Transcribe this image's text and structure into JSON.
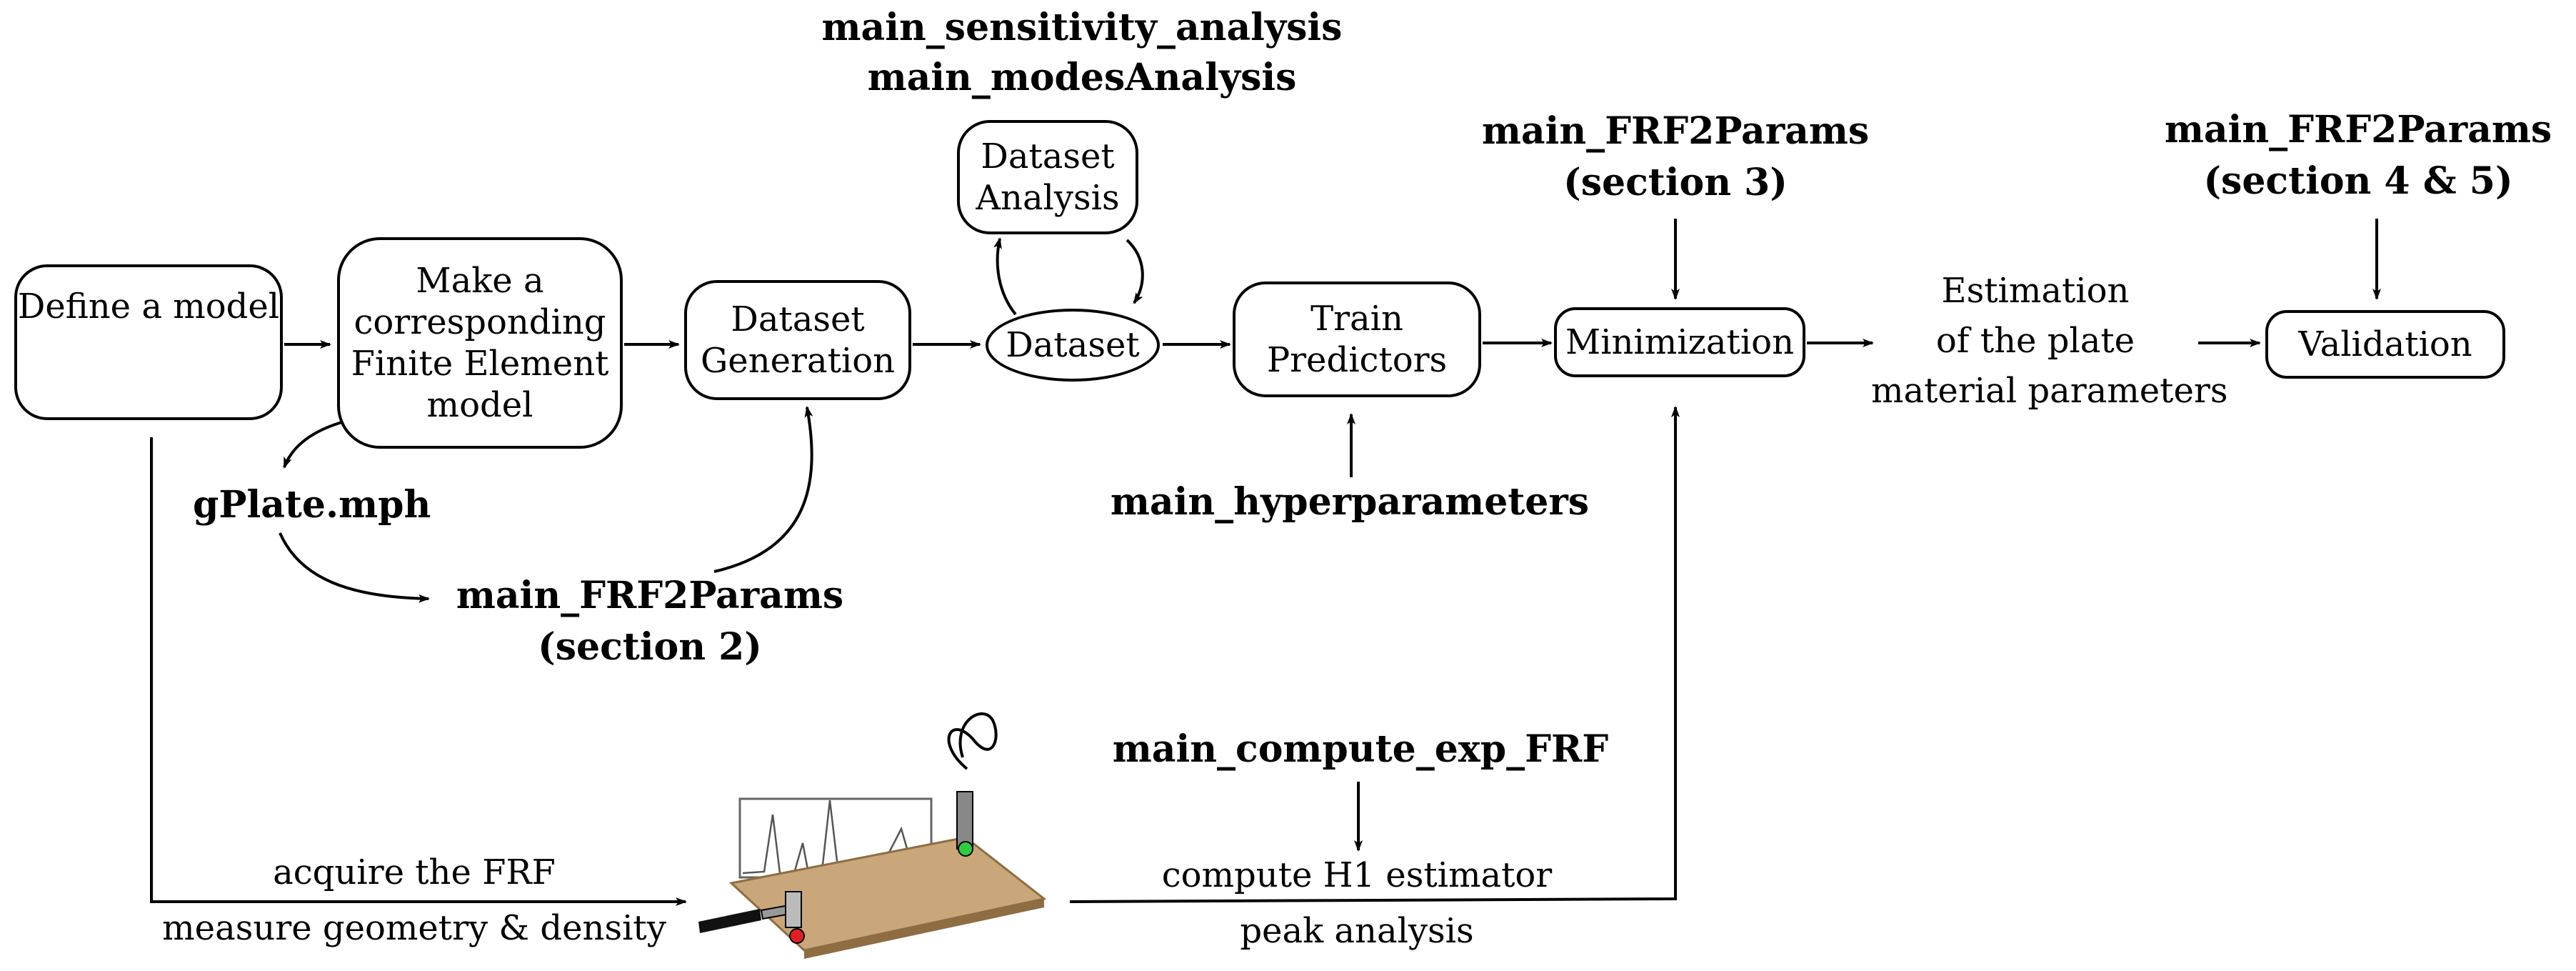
{
  "scripts": {
    "sensitivity": "main_sensitivity_analysis",
    "modes": "main_modesAnalysis",
    "frf2params_s3_l1": "main_FRF2Params",
    "frf2params_s3_l2": "(section 3)",
    "frf2params_s45_l1": "main_FRF2Params",
    "frf2params_s45_l2": "(section 4 & 5)",
    "gplate": "gPlate.mph",
    "frf2params_s2_l1": "main_FRF2Params",
    "frf2params_s2_l2": "(section 2)",
    "hyperparameters": "main_hyperparameters",
    "compute_exp": "main_compute_exp_FRF"
  },
  "boxes": {
    "define_model": "Define a model",
    "fe_model": [
      "Make a",
      "corresponding",
      "Finite Element",
      "model"
    ],
    "dataset_generation": [
      "Dataset",
      "Generation"
    ],
    "dataset_analysis": [
      "Dataset",
      "Analysis"
    ],
    "dataset": "Dataset",
    "train_predictors": [
      "Train",
      "Predictors"
    ],
    "minimization": "Minimization",
    "validation": "Validation"
  },
  "labels": {
    "estimation": [
      "Estimation",
      "of the plate",
      "material parameters"
    ],
    "acquire": "acquire the FRF",
    "measure": "measure geometry & density",
    "compute_h1": "compute H1 estimator",
    "peak": "peak analysis"
  },
  "icons": {
    "plate": "wooden-plate-icon",
    "hammer": "impact-hammer-icon",
    "accelerometer": "accelerometer-icon",
    "frf_plot": "frf-spectrum-icon"
  },
  "colors": {
    "wood": "#c9a77a",
    "wood_edge": "#8f6d42",
    "sensor_green": "#2ecc40",
    "hammer_red": "#e02020"
  }
}
